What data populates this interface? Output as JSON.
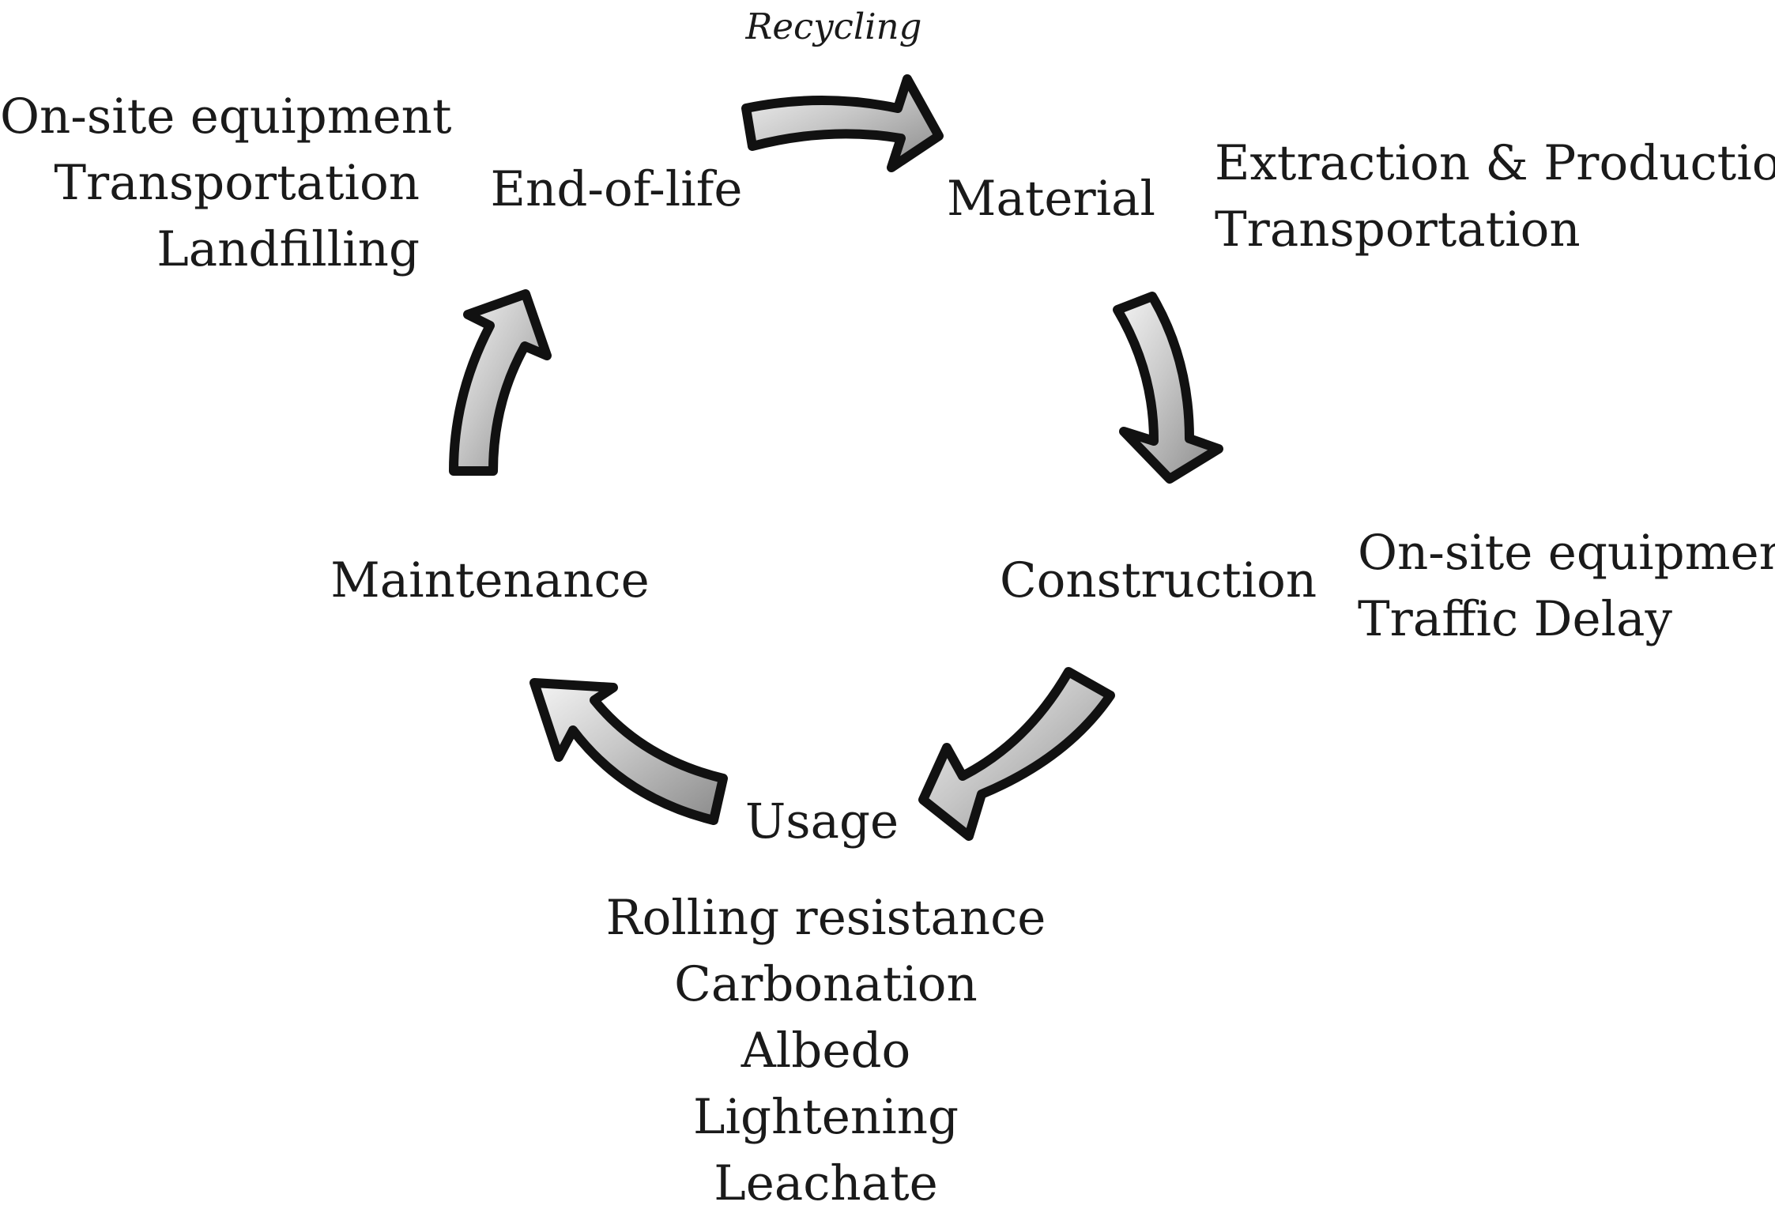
{
  "diagram": {
    "recycling_label": "Recycling",
    "stages": {
      "end_of_life": "End-of-life",
      "material": "Material",
      "construction": "Construction",
      "usage": "Usage",
      "maintenance": "Maintenance"
    },
    "end_of_life_items": [
      "On-site equipment",
      "Transportation",
      "Landfilling"
    ],
    "material_items": [
      "Extraction & Production",
      "Transportation"
    ],
    "construction_items": [
      "On-site equipment",
      "Traffic Delay"
    ],
    "usage_items": [
      "Rolling resistance",
      "Carbonation",
      "Albedo",
      "Lightening",
      "Leachate"
    ]
  },
  "colors": {
    "arrow_outline": "#111111",
    "arrow_fill_light": "#f2f2f2",
    "arrow_fill_dark": "#8c8c8c"
  }
}
